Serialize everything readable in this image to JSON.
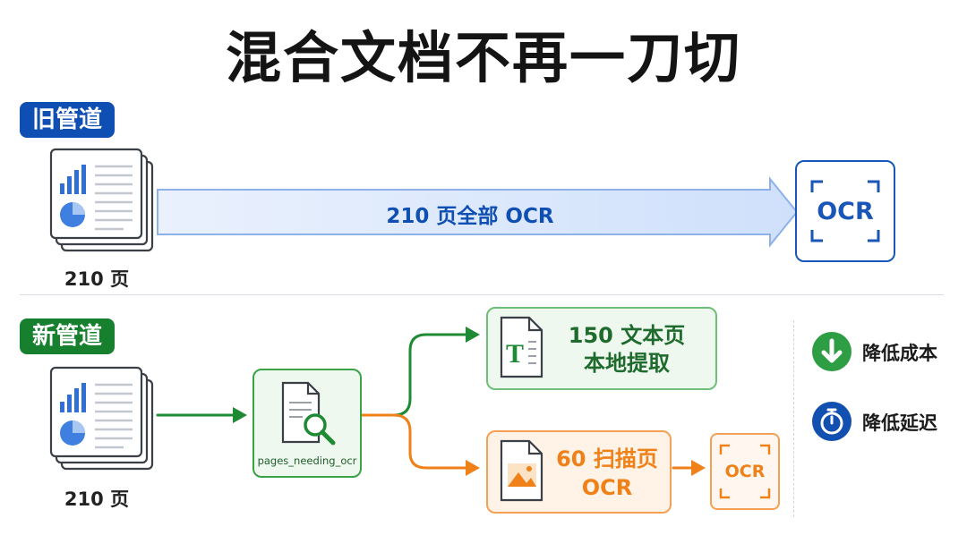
{
  "title": "混合文档不再一刀切",
  "old_pipeline": {
    "tag": "旧管道",
    "doc_caption": "210 页",
    "arrow_label": "210 页全部 OCR",
    "ocr_label": "OCR"
  },
  "new_pipeline": {
    "tag": "新管道",
    "doc_caption": "210 页",
    "filter_label": "pages_needing_ocr",
    "text_branch": {
      "line1": "150 文本页",
      "line2": "本地提取"
    },
    "image_branch": {
      "line1": "60 扫描页",
      "line2": "OCR"
    },
    "ocr_label": "OCR"
  },
  "benefits": [
    {
      "icon": "arrow-down-icon",
      "label": "降低成本",
      "color": "#2e9e45"
    },
    {
      "icon": "stopwatch-icon",
      "label": "降低延迟",
      "color": "#114fb0"
    }
  ],
  "colors": {
    "old_blue": "#0f4fb3",
    "new_green": "#17802e",
    "branch_orange": "#f08018"
  }
}
